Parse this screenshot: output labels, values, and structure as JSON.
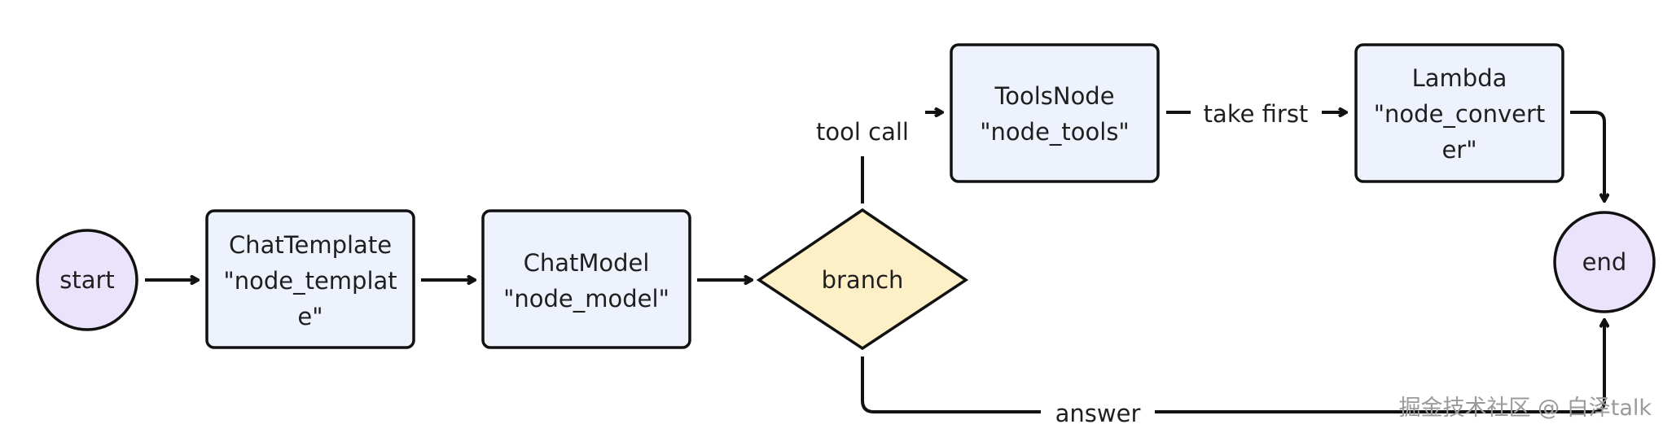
{
  "colors": {
    "process_fill": "#eef2fc",
    "terminal_fill": "#ebe2fb",
    "decision_fill": "#fdf0c6",
    "stroke": "#111111",
    "watermark": "#9a9a9a"
  },
  "nodes": {
    "start": {
      "label": "start"
    },
    "chat_template": {
      "line1": "ChatTemplate",
      "line2": "\"node_templat",
      "line3": "e\""
    },
    "chat_model": {
      "line1": "ChatModel",
      "line2": "\"node_model\""
    },
    "branch": {
      "label": "branch"
    },
    "tools_node": {
      "line1": "ToolsNode",
      "line2": "\"node_tools\""
    },
    "lambda": {
      "line1": "Lambda",
      "line2": "\"node_convert",
      "line3": "er\""
    },
    "end": {
      "label": "end"
    }
  },
  "edges": {
    "tool_call": "tool call",
    "take_first": "take first",
    "answer": "answer"
  },
  "watermark": "掘金技术社区 @ 白泽talk"
}
